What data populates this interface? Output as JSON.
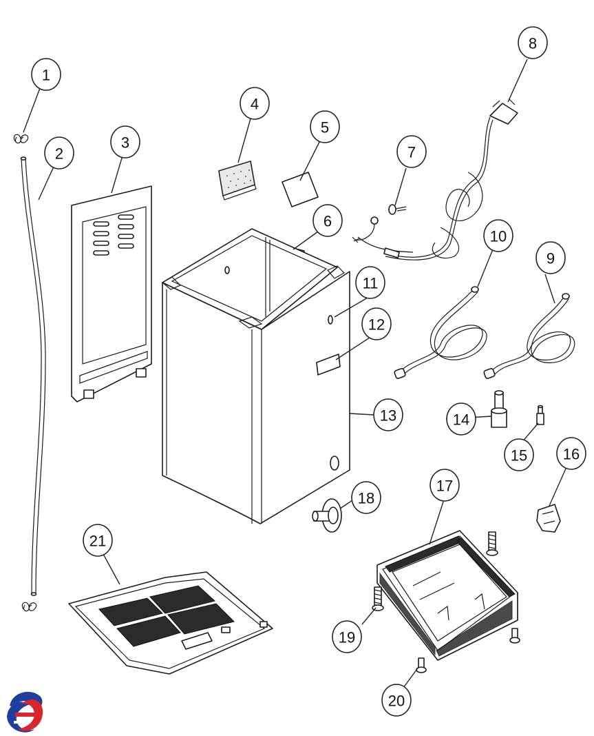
{
  "callouts": [
    {
      "n": "1"
    },
    {
      "n": "2"
    },
    {
      "n": "3"
    },
    {
      "n": "4"
    },
    {
      "n": "5"
    },
    {
      "n": "6"
    },
    {
      "n": "7"
    },
    {
      "n": "8"
    },
    {
      "n": "9"
    },
    {
      "n": "10"
    },
    {
      "n": "11"
    },
    {
      "n": "12"
    },
    {
      "n": "13"
    },
    {
      "n": "14"
    },
    {
      "n": "15"
    },
    {
      "n": "16"
    },
    {
      "n": "17"
    },
    {
      "n": "18"
    },
    {
      "n": "19"
    },
    {
      "n": "20"
    },
    {
      "n": "21"
    }
  ],
  "logo": {
    "icon": "brand-swirl-logo",
    "colors": [
      "#1f3f9e",
      "#d8262c"
    ]
  }
}
